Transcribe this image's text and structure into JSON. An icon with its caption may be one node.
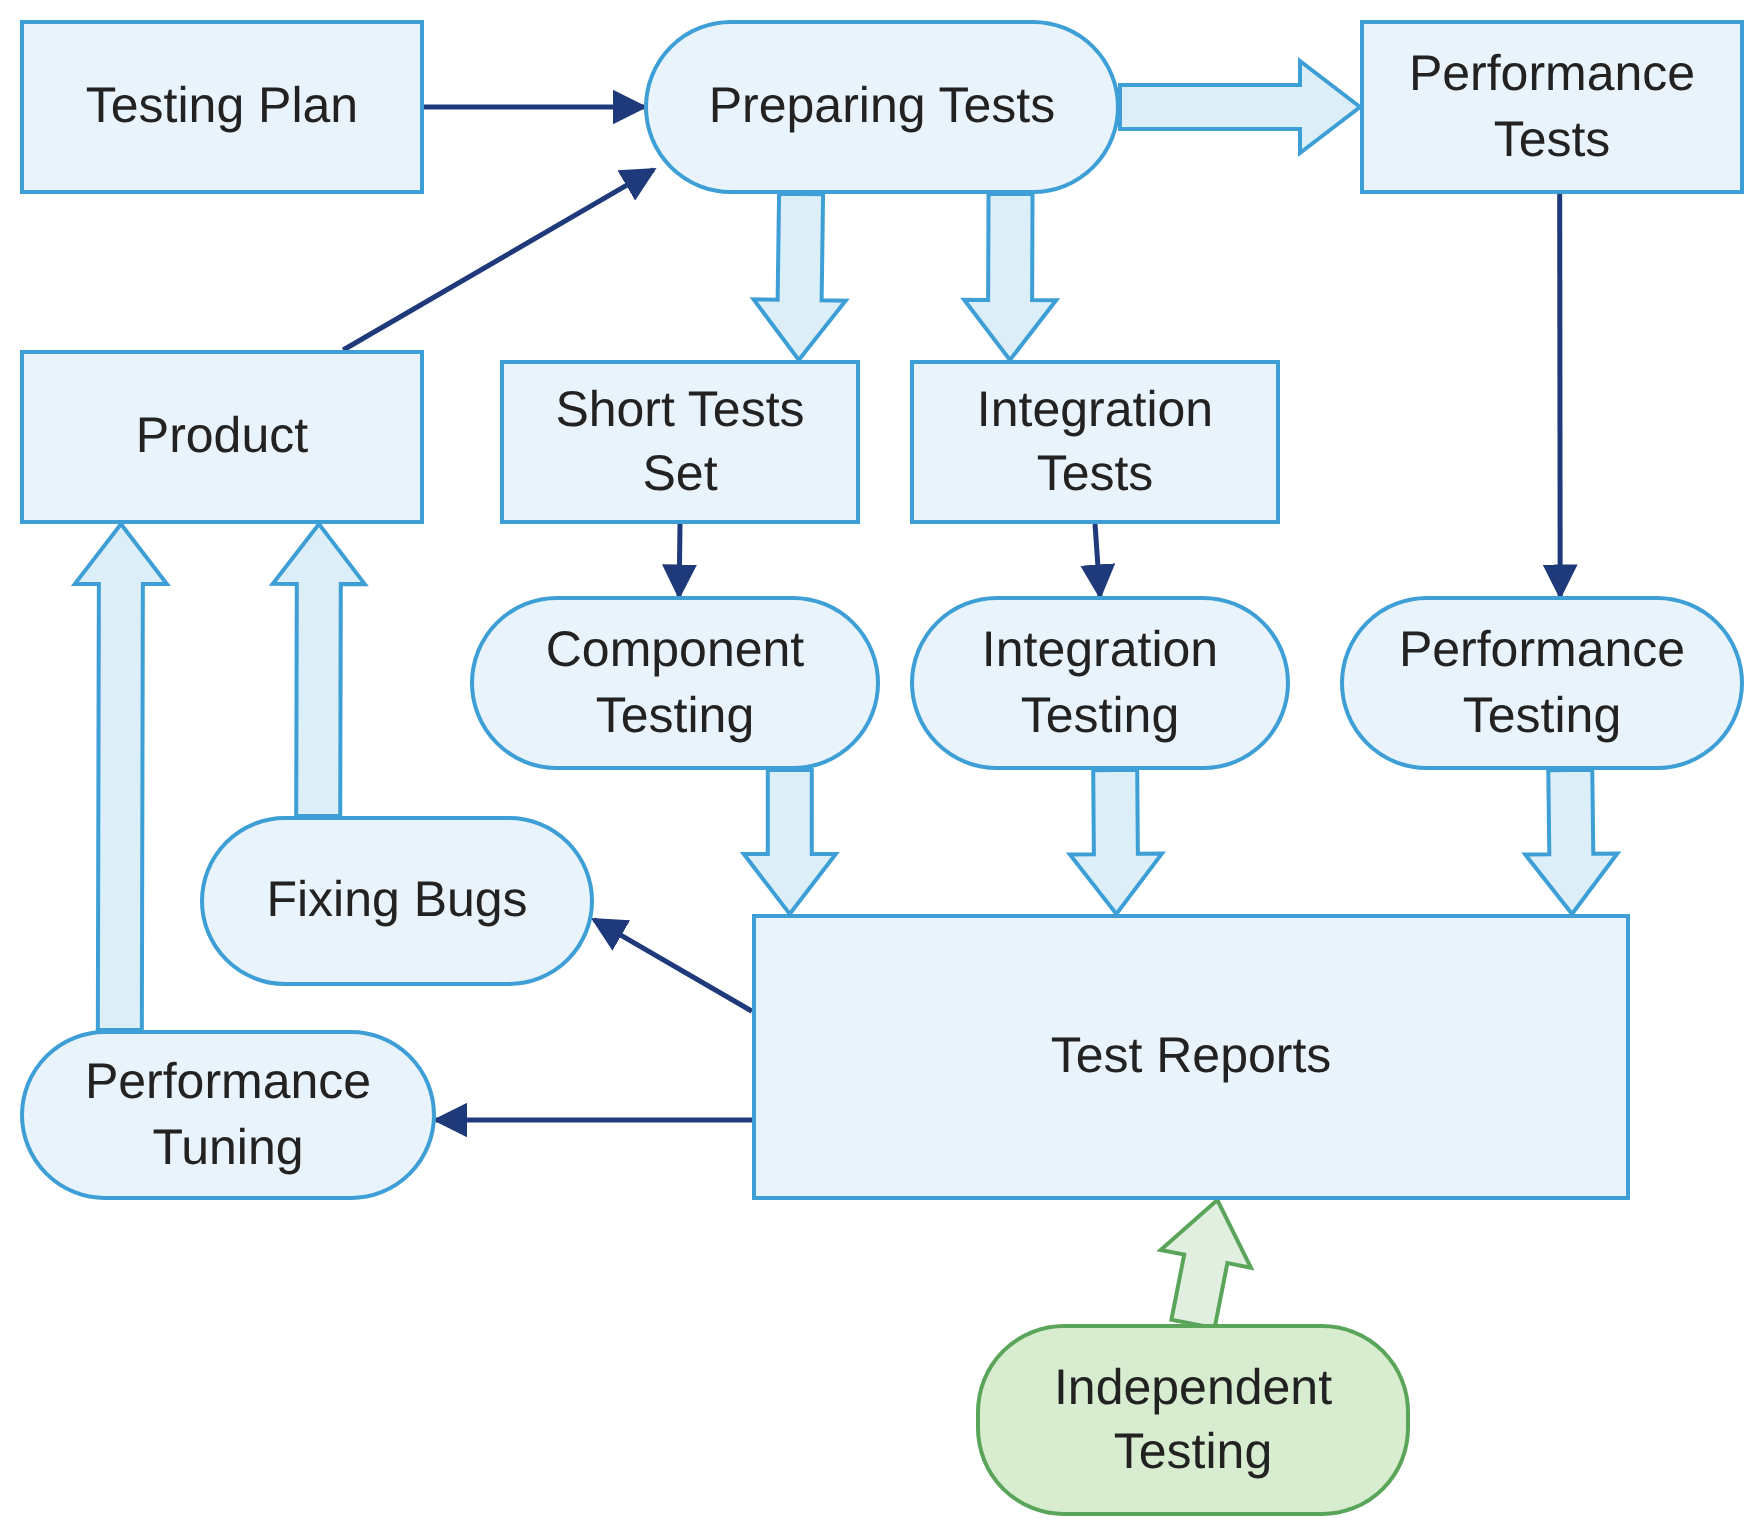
{
  "diagram": {
    "nodes": [
      {
        "text": [
          "Testing Plan"
        ]
      },
      {
        "text": [
          "Preparing Tests"
        ]
      },
      {
        "text": [
          "Performance Tests"
        ]
      },
      {
        "text": [
          "Product"
        ]
      },
      {
        "text": [
          "Short Tests Set"
        ]
      },
      {
        "text": [
          "Integration Tests"
        ]
      },
      {
        "text": [
          "Component Testing"
        ]
      },
      {
        "text": [
          "Integration Testing"
        ]
      },
      {
        "text": [
          "Performance Testing"
        ]
      },
      {
        "text": [
          "Fixing Bugs"
        ]
      },
      {
        "text": [
          "Test Reports"
        ]
      },
      {
        "text": [
          "Performance Tuning"
        ]
      },
      {
        "text": [
          "Independent Testing"
        ]
      }
    ],
    "edges": [
      {
        "from": 0,
        "to": 1,
        "arrow": "to"
      },
      {
        "from": 3,
        "to": 1,
        "arrow": "to"
      },
      {
        "from": 1,
        "to": 2,
        "arrow": "to",
        "style": "thick"
      },
      {
        "from": 1,
        "to": 4,
        "arrow": "to",
        "style": "thick"
      },
      {
        "from": 1,
        "to": 5,
        "arrow": "to",
        "style": "thick"
      },
      {
        "from": 2,
        "to": 8,
        "arrow": "to"
      },
      {
        "from": 4,
        "to": 6,
        "arrow": "to"
      },
      {
        "from": 5,
        "to": 7,
        "arrow": "to"
      },
      {
        "from": 6,
        "to": 10,
        "arrow": "to",
        "style": "thick"
      },
      {
        "from": 7,
        "to": 10,
        "arrow": "to",
        "style": "thick"
      },
      {
        "from": 8,
        "to": 10,
        "arrow": "to",
        "style": "thick"
      },
      {
        "from": 10,
        "to": 9,
        "arrow": "to"
      },
      {
        "from": 10,
        "to": 11,
        "arrow": "to"
      },
      {
        "from": 9,
        "to": 3,
        "arrow": "to",
        "style": "thick"
      },
      {
        "from": 11,
        "to": 3,
        "arrow": "to",
        "style": "thick"
      },
      {
        "from": 12,
        "to": 10,
        "arrow": "to",
        "style": "thick",
        "color": "#5aa55a"
      }
    ]
  }
}
